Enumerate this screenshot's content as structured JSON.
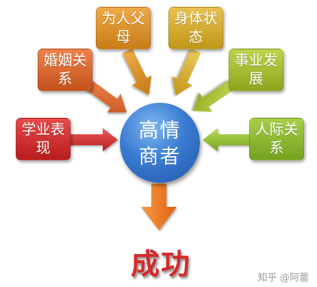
{
  "center": {
    "label": "高情商者"
  },
  "factors": [
    {
      "label": "学业表现",
      "color": "#d23232"
    },
    {
      "label": "婚姻关系",
      "color": "#de6a30"
    },
    {
      "label": "为人父母",
      "color": "#df922f"
    },
    {
      "label": "身体状态",
      "color": "#d8ad32"
    },
    {
      "label": "事业发展",
      "color": "#a6bd33"
    },
    {
      "label": "人际关系",
      "color": "#92be36"
    }
  ],
  "result": {
    "label": "成功",
    "color": "#d42a2a",
    "arrow_color": "#f07a1e"
  },
  "watermark": {
    "text": "知乎 @阿蕾"
  }
}
